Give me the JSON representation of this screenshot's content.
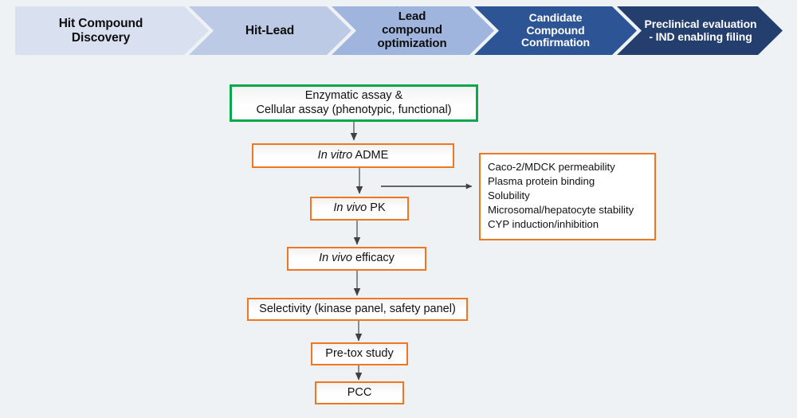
{
  "background_color": "#eff2f5",
  "stage_band": {
    "name": "drug-discovery-stage-band",
    "stages": [
      {
        "label": "Hit Compound\nDiscovery",
        "fill": "#d9e0f0",
        "text_color": "#0d0d0d",
        "font_size": 15.5
      },
      {
        "label": "Hit-Lead",
        "fill": "#bdcae6",
        "text_color": "#0d0d0d",
        "font_size": 15.5
      },
      {
        "label": "Lead\ncompound\noptimization",
        "fill": "#9fb5dd",
        "text_color": "#0d0d0d",
        "font_size": 15
      },
      {
        "label": "Candidate\nCompound\nConfirmation",
        "fill": "#2d5494",
        "text_color": "#ffffff",
        "font_size": 14
      },
      {
        "label": "Preclinical evaluation\n- IND enabling filing",
        "fill": "#243e6e",
        "text_color": "#ffffff",
        "font_size": 14
      }
    ]
  },
  "flowchart": {
    "name": "preclinical-development-flowchart",
    "green_border": "#0aa84a",
    "orange_border": "#ef7722",
    "arrow_color": "#404040",
    "nodes": [
      {
        "id": "assay",
        "line1": "Enzymatic assay &",
        "line2": "Cellular assay (phenotypic, functional)",
        "border": "green",
        "font_size": 14.5
      },
      {
        "id": "in-vitro-adme",
        "italic": "In vitro",
        "plain": " ADME",
        "border": "orange",
        "font_size": 14.5
      },
      {
        "id": "in-vivo-pk",
        "italic": "In vivo",
        "plain": " PK",
        "border": "orange",
        "font_size": 14.5
      },
      {
        "id": "in-vivo-efficacy",
        "italic": "In vivo",
        "plain": " efficacy",
        "border": "orange",
        "font_size": 14.5
      },
      {
        "id": "selectivity",
        "plain": "Selectivity (kinase panel, safety panel)",
        "border": "orange",
        "font_size": 14.5
      },
      {
        "id": "pre-tox-study",
        "plain": "Pre-tox study",
        "border": "orange",
        "font_size": 14.5
      },
      {
        "id": "pcc",
        "plain": "PCC",
        "border": "orange",
        "font_size": 14.5
      }
    ]
  },
  "side_panel": {
    "name": "in-vitro-adme-assay-list",
    "border": "#ef7722",
    "items": [
      "Caco-2/MDCK permeability",
      "Plasma protein binding",
      "Solubility",
      "Microsomal/hepatocyte stability",
      "CYP induction/inhibition"
    ]
  }
}
